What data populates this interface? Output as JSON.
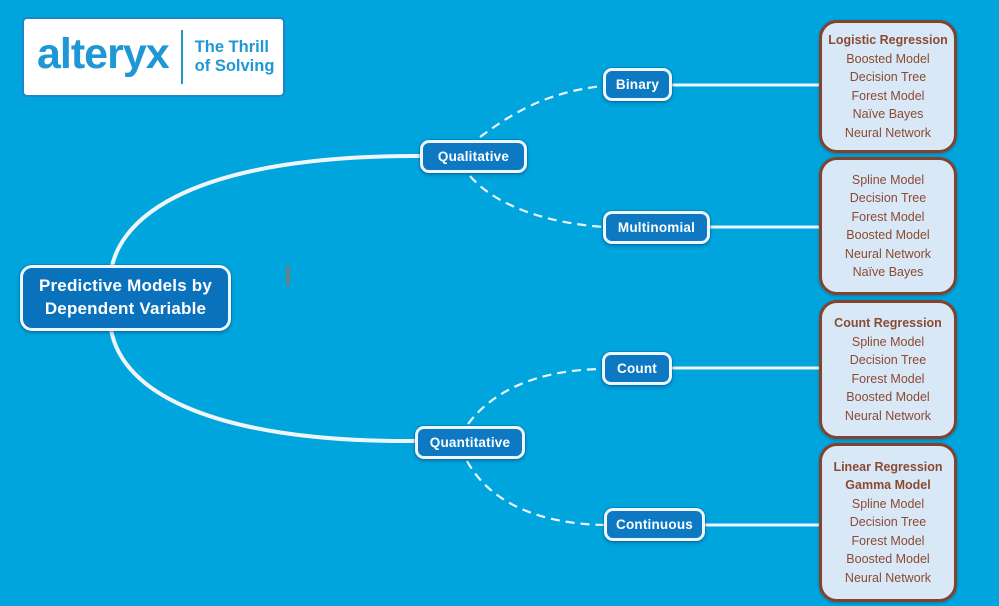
{
  "logo": {
    "brand": "alteryx",
    "tagline_line1": "The Thrill",
    "tagline_line2": "of Solving"
  },
  "root": {
    "label_line1": "Predictive Models by",
    "label_line2": "Dependent Variable"
  },
  "nodes": {
    "qualitative": "Qualitative",
    "quantitative": "Quantitative",
    "binary": "Binary",
    "multinomial": "Multinomial",
    "count": "Count",
    "continuous": "Continuous"
  },
  "boxes": {
    "binary_models": [
      "Logistic Regression",
      "Boosted Model",
      "Decision Tree",
      "Forest Model",
      "Naïve Bayes",
      "Neural Network"
    ],
    "multinomial_models": [
      "Spline Model",
      "Decision Tree",
      "Forest Model",
      "Boosted Model",
      "Neural Network",
      "Naïve Bayes"
    ],
    "count_models": [
      "Count Regression",
      "Spline Model",
      "Decision Tree",
      "Forest Model",
      "Boosted Model",
      "Neural Network"
    ],
    "continuous_models": [
      "Linear Regression",
      "Gamma Model",
      "Spline Model",
      "Decision Tree",
      "Forest Model",
      "Boosted Model",
      "Neural Network"
    ]
  },
  "colors": {
    "background": "#00a5de",
    "node_fill": "#0c79c2",
    "root_fill": "#0a72bd",
    "node_border": "#eef7fd",
    "connector": "#eef6fb",
    "box_fill": "#d9e8f6",
    "box_border": "#82432a",
    "box_text": "#8b4a33",
    "logo_blue": "#1f97d4",
    "caret": "#c2603a"
  }
}
